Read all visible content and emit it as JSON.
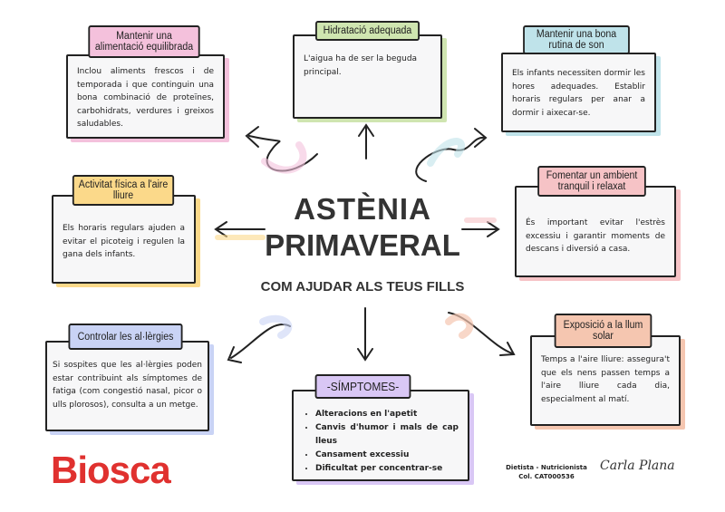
{
  "title": {
    "line1": "ASTÈNIA",
    "line2": "PRIMAVERAL",
    "subtitle": "COM AJUDAR ALS TEUS FILLS"
  },
  "cards": [
    {
      "title": "Mantenir una alimentació equilibrada",
      "text": "Inclou aliments frescos i de temporada i que continguin una bona combinació de proteïnes, carbohidrats, verdures i greixos saludables.",
      "color": "#f4c1dc"
    },
    {
      "title": "Hidratació adequada",
      "text": "L'aigua ha de ser la beguda principal.",
      "color": "#cfe5b0"
    },
    {
      "title": "Mantenir una bona rutina de son",
      "text": "Els infants necessiten dormir les hores adequades. Establir horaris regulars per anar a dormir i aixecar-se.",
      "color": "#bfe3ea"
    },
    {
      "title": "Activitat física a l'aire lliure",
      "text": "Els horaris regulars ajuden a evitar el picoteig i regulen la gana dels infants.",
      "color": "#fbd98a"
    },
    {
      "title": "Fomentar un ambient tranquil i relaxat",
      "text": "És important evitar l'estrès excessiu i garantir moments de descans i diversió a casa.",
      "color": "#f6c3c6"
    },
    {
      "title": "Controlar les al·lèrgies",
      "text": "Si sospites que les al·lèrgies poden estar contribuint als símptomes de fatiga (com congestió nasal, picor o ulls plorosos), consulta a un metge.",
      "color": "#c9d3f5"
    },
    {
      "title": "Exposició a la llum solar",
      "text": "Temps a l'aire lliure: assegura't que els nens passen temps a l'aire lliure cada dia, especialment al matí.",
      "color": "#f5c6b0"
    }
  ],
  "symptoms": {
    "title": "-SÍMPTOMES-",
    "items": [
      "Alteracions en l'apetit",
      "Canvis d'humor i mals de cap lleus",
      "Cansament excessiu",
      "Dificultat per concentrar-se"
    ],
    "color": "#d9c7f5"
  },
  "footer": {
    "logo": "Biosca",
    "role": "Dietista - Nutricionista",
    "license": "Col. CAT000536",
    "signature": "Carla Plana",
    "brand_color": "#e0312f"
  }
}
